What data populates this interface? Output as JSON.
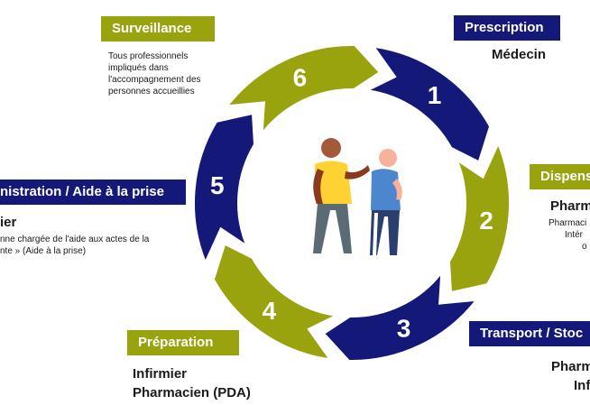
{
  "steps": [
    {
      "number": "1",
      "color": "#141878"
    },
    {
      "number": "2",
      "color": "#98a30e"
    },
    {
      "number": "3",
      "color": "#141878"
    },
    {
      "number": "4",
      "color": "#98a30e"
    },
    {
      "number": "5",
      "color": "#141878"
    },
    {
      "number": "6",
      "color": "#98a30e"
    }
  ],
  "colors": {
    "navy": "#141878",
    "green": "#98a30e"
  },
  "labels": {
    "prescription": {
      "title": "Prescription",
      "role": "Médecin"
    },
    "dispensation": {
      "title": "Dispens",
      "role": "Pharm",
      "note_lines": [
        "Pharmaci",
        "Intér",
        "o"
      ]
    },
    "transport": {
      "title": "Transport / Stoc",
      "role_lines": [
        "Pharm",
        "Inf"
      ]
    },
    "preparation": {
      "title": "Préparation",
      "role_lines": [
        "Infirmier",
        "Pharmacien (PDA)"
      ]
    },
    "administration": {
      "title": "nistration / Aide à la prise",
      "role": "ier",
      "note_lines": [
        "nne chargée de l'aide aux actes de la",
        "nte » (Aide à la prise)"
      ]
    },
    "surveillance": {
      "title": "Surveillance",
      "note_lines": [
        "Tous professionnels",
        "impliqués dans",
        "l'accompagnement des",
        "personnes accueillies"
      ]
    }
  },
  "center_icon": "two-people-walking-icon"
}
